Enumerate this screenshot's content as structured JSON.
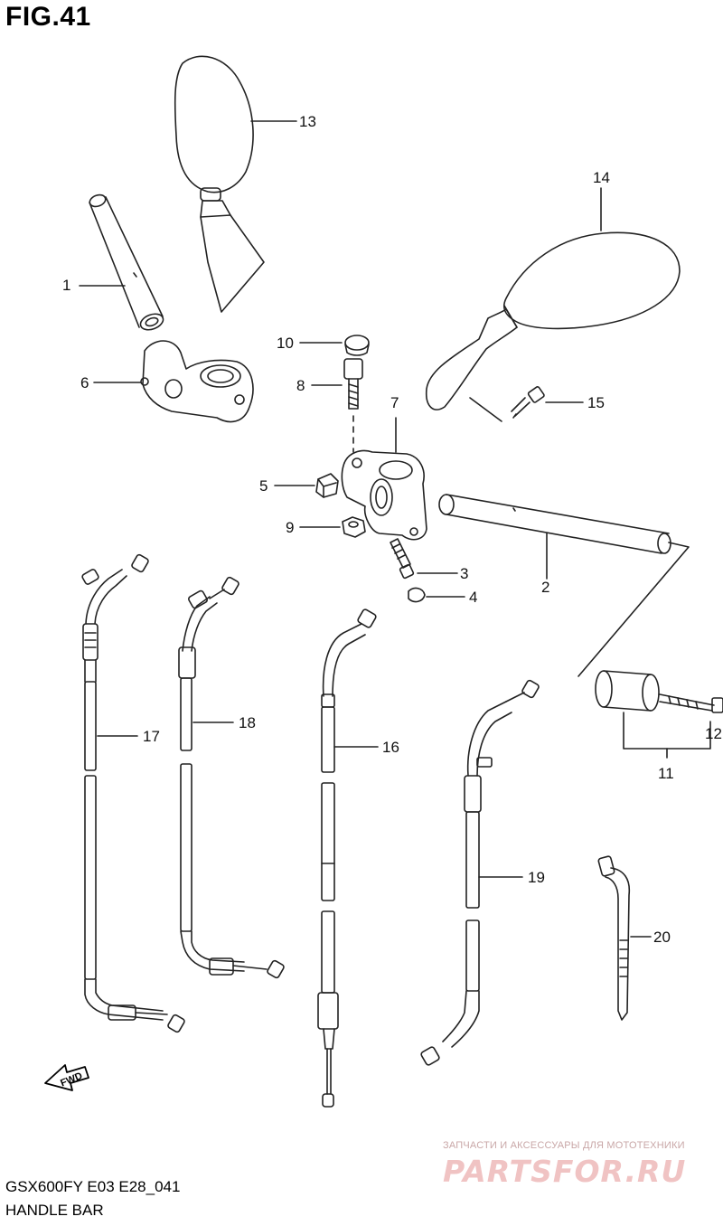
{
  "figure_title": "FIG.41",
  "footer": {
    "model_code": "GSX600FY E03 E28_041",
    "section_name": "HANDLE BAR"
  },
  "watermark": {
    "line1": "ЗАПЧАСТИ И АКСЕССУАРЫ ДЛЯ МОТОТЕХНИКИ",
    "line2": "PARTSFOR.RU"
  },
  "fwd_label": "FWD",
  "callouts": {
    "n1": "1",
    "n2": "2",
    "n3": "3",
    "n4": "4",
    "n5": "5",
    "n6": "6",
    "n7": "7",
    "n8": "8",
    "n9": "9",
    "n10": "10",
    "n11": "11",
    "n12": "12",
    "n13": "13",
    "n14": "14",
    "n15": "15",
    "n16": "16",
    "n17": "17",
    "n18": "18",
    "n19": "19",
    "n20": "20"
  },
  "colors": {
    "line": "#222222",
    "watermark": "#f0c3c3"
  }
}
